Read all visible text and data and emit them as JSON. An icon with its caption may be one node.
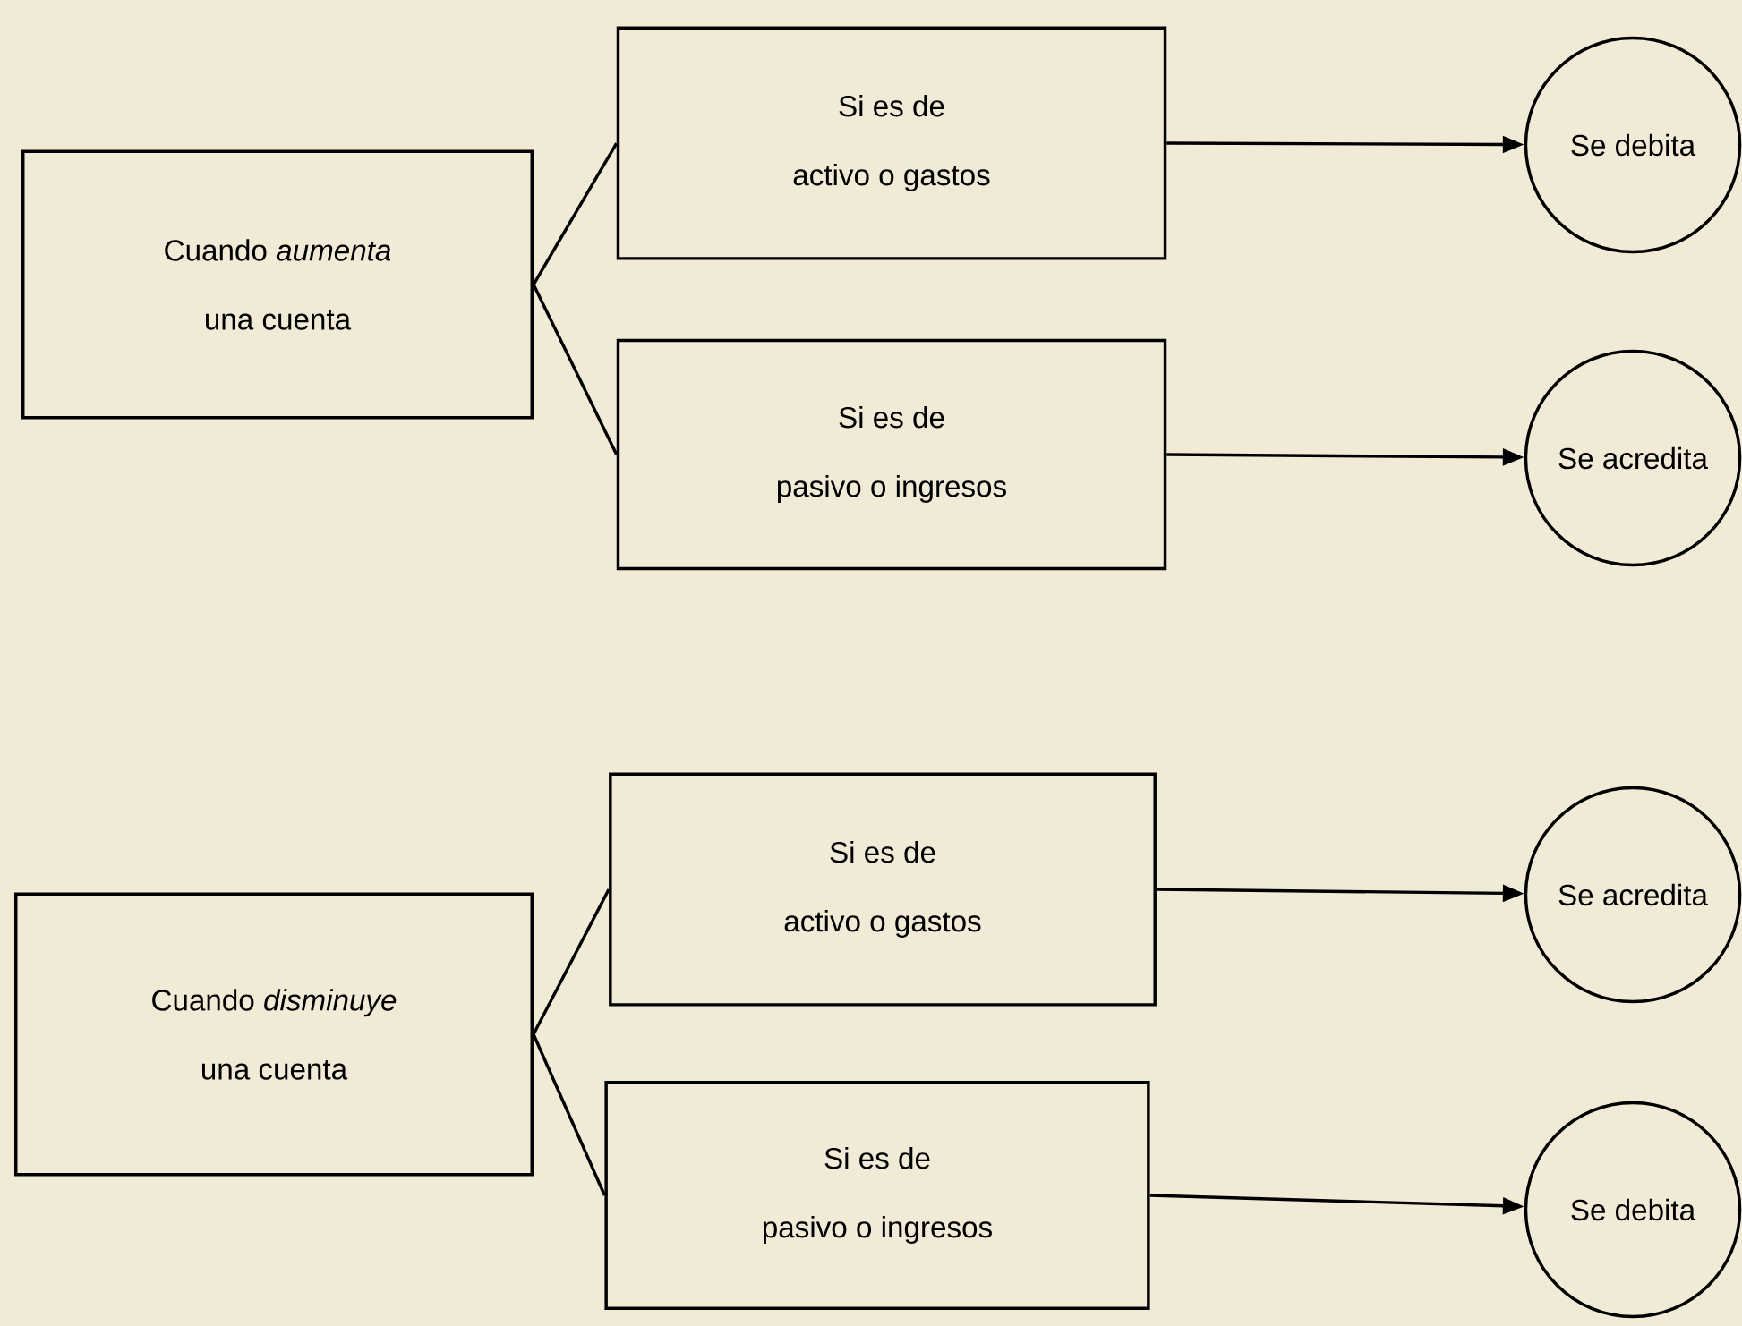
{
  "diagram": {
    "nodes": [
      {
        "text": [
          "Cuando *aumenta*",
          "una cuenta"
        ]
      },
      {
        "text": [
          "Si es de",
          "activo o gastos"
        ]
      },
      {
        "text": [
          "Si es de",
          "pasivo o ingresos"
        ]
      },
      {
        "text": [
          "Se debita"
        ]
      },
      {
        "text": [
          "Se acredita"
        ]
      },
      {
        "text": [
          "Cuando *disminuye*",
          "una cuenta"
        ]
      },
      {
        "text": [
          "Si es de",
          "activo o gastos"
        ]
      },
      {
        "text": [
          "Si es de",
          "pasivo o ingresos"
        ]
      },
      {
        "text": [
          "Se acredita"
        ]
      },
      {
        "text": [
          "Se debita"
        ]
      }
    ],
    "edges": [
      {
        "from": 0,
        "to": 1,
        "arrow": "none"
      },
      {
        "from": 0,
        "to": 2,
        "arrow": "none"
      },
      {
        "from": 1,
        "to": 3,
        "arrow": "to"
      },
      {
        "from": 2,
        "to": 4,
        "arrow": "to"
      },
      {
        "from": 5,
        "to": 6,
        "arrow": "none"
      },
      {
        "from": 5,
        "to": 7,
        "arrow": "none"
      },
      {
        "from": 6,
        "to": 8,
        "arrow": "to"
      },
      {
        "from": 7,
        "to": 9,
        "arrow": "to"
      }
    ]
  }
}
